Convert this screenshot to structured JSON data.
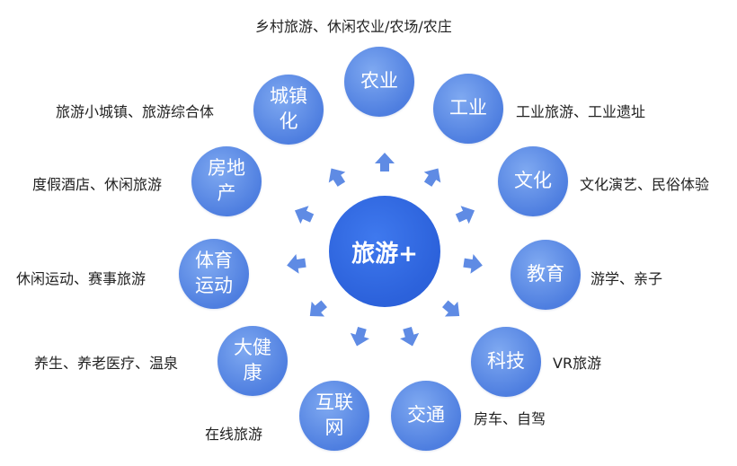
{
  "center": {
    "label": "旅游+"
  },
  "nodes": [
    {
      "label": "农业",
      "desc": "乡村旅游、休闲农业/农场/农庄"
    },
    {
      "label": "工业",
      "desc": "工业旅游、工业遗址"
    },
    {
      "label": "文化",
      "desc": "文化演艺、民俗体验"
    },
    {
      "label": "教育",
      "desc": "游学、亲子"
    },
    {
      "label": "科技",
      "desc": "VR旅游"
    },
    {
      "label": "交通",
      "desc": "房车、自驾"
    },
    {
      "label": "互联网",
      "desc": "在线旅游"
    },
    {
      "label": "大健康",
      "desc": "养生、养老医疗、温泉"
    },
    {
      "label": "体育运动",
      "desc": "休闲运动、赛事旅游"
    },
    {
      "label": "房地产",
      "desc": "度假酒店、休闲旅游"
    },
    {
      "label": "城镇化",
      "desc": "旅游小城镇、旅游综合体"
    }
  ],
  "colors": {
    "center": "#2d63dc",
    "node": "#5b8ae6",
    "arrow": "#5f8be4",
    "text": "#222222"
  }
}
